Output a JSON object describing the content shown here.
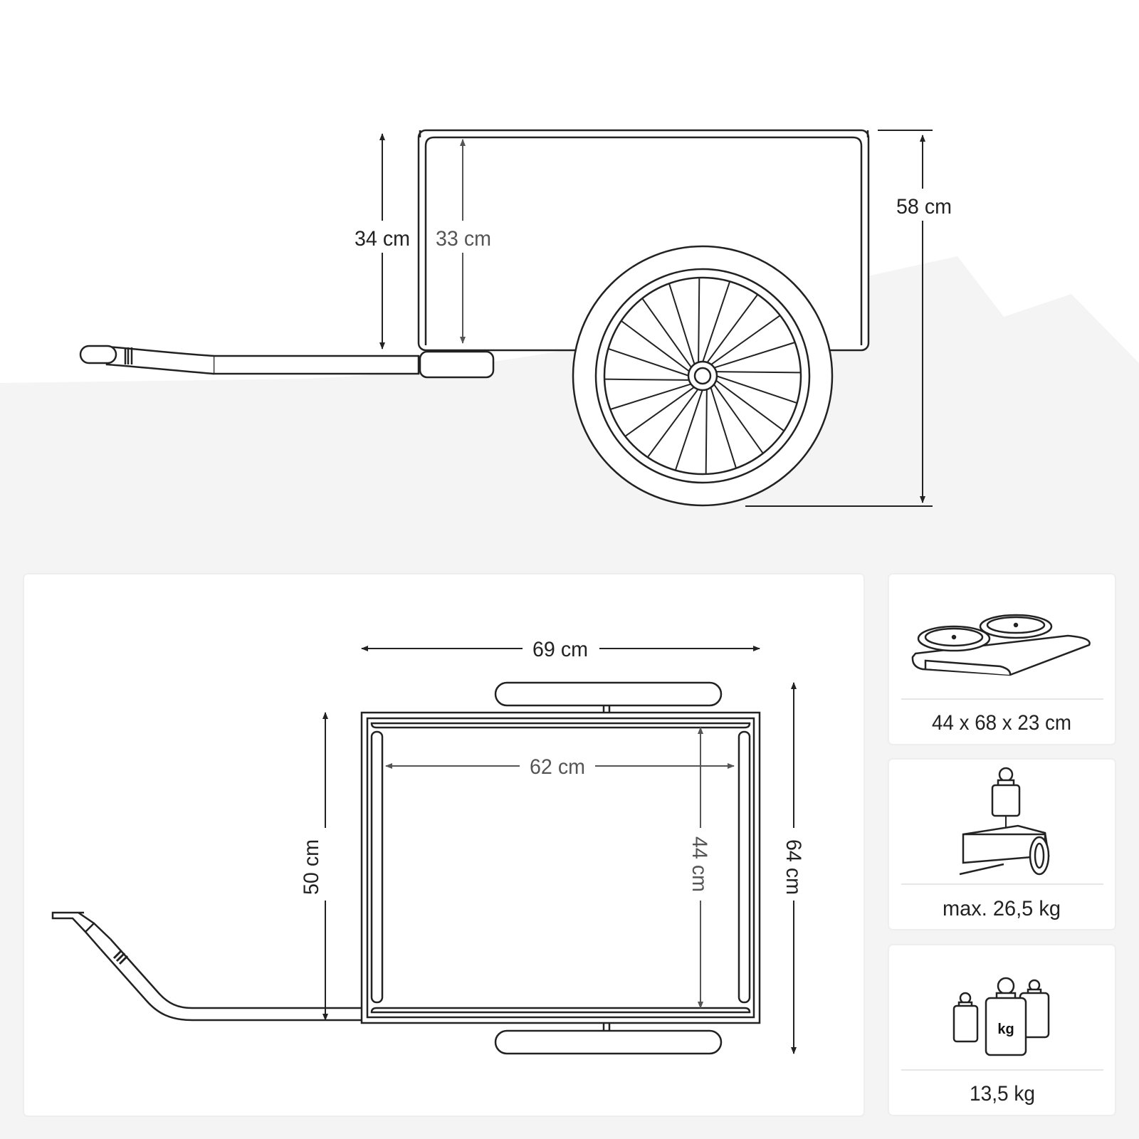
{
  "side_view": {
    "handle_height": "34 cm",
    "inner_depth": "33 cm",
    "total_height": "58 cm"
  },
  "top_view": {
    "outer_length": "69 cm",
    "inner_length": "62 cm",
    "inner_width": "44 cm",
    "frame_width": "50 cm",
    "outer_width": "64 cm"
  },
  "specs": {
    "packed_size": "44 x 68 x 23 cm",
    "max_load": "max. 26,5 kg",
    "weight": "13,5 kg",
    "weight_icon_label": "kg"
  },
  "colors": {
    "ink": "#222222",
    "secondary_ink": "#555555",
    "ground": "#f4f4f4",
    "card_border": "#eeeeee"
  }
}
